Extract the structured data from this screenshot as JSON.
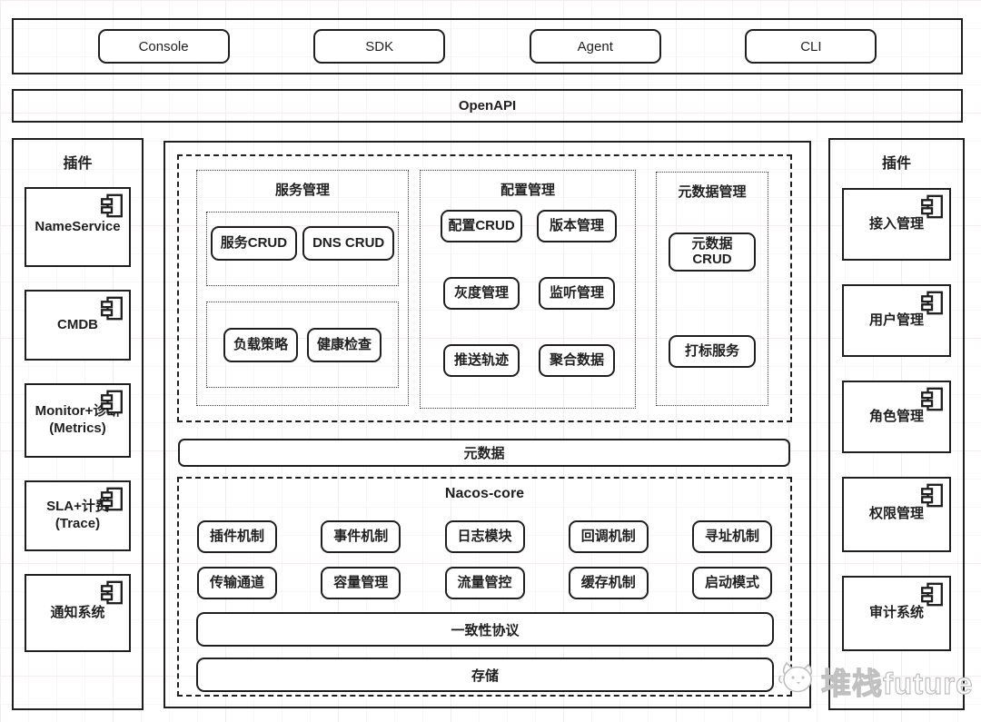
{
  "client_layer": {
    "items": [
      {
        "label": "Console"
      },
      {
        "label": "SDK"
      },
      {
        "label": "Agent"
      },
      {
        "label": "CLI"
      }
    ]
  },
  "openapi_layer": {
    "label": "OpenAPI"
  },
  "left_plugin_panel": {
    "title": "插件",
    "items": [
      {
        "label": "NameService"
      },
      {
        "label": "CMDB"
      },
      {
        "label": "Monitor+诊断\n(Metrics)"
      },
      {
        "label": "SLA+计费\n(Trace)"
      },
      {
        "label": "通知系统"
      }
    ]
  },
  "right_plugin_panel": {
    "title": "插件",
    "items": [
      {
        "label": "接入管理"
      },
      {
        "label": "用户管理"
      },
      {
        "label": "角色管理"
      },
      {
        "label": "权限管理"
      },
      {
        "label": "审计系统"
      }
    ]
  },
  "service_mgmt": {
    "title": "服务管理",
    "crud_group": [
      {
        "label": "服务CRUD"
      },
      {
        "label": "DNS CRUD"
      }
    ],
    "policy_group": [
      {
        "label": "负载策略"
      },
      {
        "label": "健康检查"
      }
    ]
  },
  "config_mgmt": {
    "title": "配置管理",
    "items": [
      {
        "label": "配置CRUD"
      },
      {
        "label": "版本管理"
      },
      {
        "label": "灰度管理"
      },
      {
        "label": "监听管理"
      },
      {
        "label": "推送轨迹"
      },
      {
        "label": "聚合数据"
      }
    ]
  },
  "metadata_mgmt": {
    "title": "元数据管理",
    "items": [
      {
        "label": "元数据\nCRUD"
      },
      {
        "label": "打标服务"
      }
    ]
  },
  "metadata_bar": {
    "label": "元数据"
  },
  "nacos_core": {
    "title": "Nacos-core",
    "row1": [
      {
        "label": "插件机制"
      },
      {
        "label": "事件机制"
      },
      {
        "label": "日志模块"
      },
      {
        "label": "回调机制"
      },
      {
        "label": "寻址机制"
      }
    ],
    "row2": [
      {
        "label": "传输通道"
      },
      {
        "label": "容量管理"
      },
      {
        "label": "流量管控"
      },
      {
        "label": "缓存机制"
      },
      {
        "label": "启动模式"
      }
    ],
    "consistency_bar": {
      "label": "一致性协议"
    },
    "storage_bar": {
      "label": "存储"
    }
  },
  "watermark": {
    "label": "堆栈future"
  },
  "colors": {
    "border": "#1f1f1f",
    "background": "#ffffff",
    "grid_line": "#f3eded",
    "watermark": "#bfbfbf"
  }
}
